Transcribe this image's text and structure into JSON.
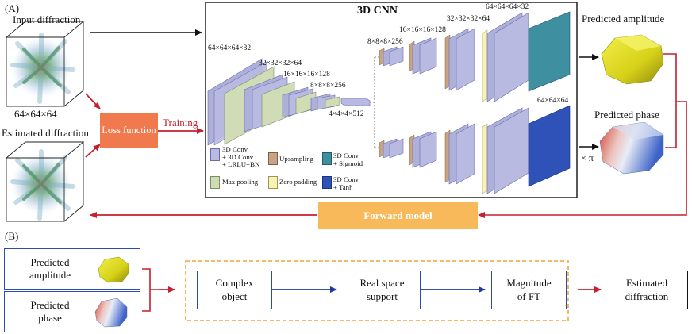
{
  "panel_a": {
    "tag": "(A)",
    "input_label": "Input diffraction",
    "input_size": "64×64×64",
    "estimated_label": "Estimated diffraction",
    "loss_label": "Loss function",
    "training_label": "Training",
    "cnn_title": "3D CNN",
    "dims": {
      "d64_32": "64×64×64×32",
      "d32_64": "32×32×32×64",
      "d16_128": "16×16×16×128",
      "d8_256": "8×8×8×256",
      "d4_512": "4×4×4×512",
      "d8_256_dec": "8×8×8×256",
      "d16_128_dec": "16×16×16×128",
      "d32_64_dec": "32×32×32×64",
      "d64_32_dec": "64×64×64×32",
      "d64_64": "64×64×64"
    },
    "legend": {
      "conv": "3D Conv.\n+ 3D Conv.\n+ LRLU+BN",
      "upsampling": "Upsampling",
      "sigmoid": "3D Conv.\n+ Sigmoid",
      "maxpool": "Max pooling",
      "zeropad": "Zero padding",
      "tanh": "3D Conv.\n+ Tanh"
    },
    "pred_amp_label": "Predicted amplitude",
    "pred_phase_label": "Predicted phase",
    "times_pi": "× π",
    "forward_label": "Forward model"
  },
  "panel_b": {
    "tag": "(B)",
    "pred_amp": "Predicted\namplitude",
    "pred_phase": "Predicted\nphase",
    "complex": "Complex\nobject",
    "support": "Real space\nsupport",
    "magnitude": "Magnitude\nof FT",
    "estimated": "Estimated\ndiffraction"
  },
  "colors": {
    "red": "#c4202e",
    "navy": "#1f3a9e",
    "orange_loss": "#f07a4e",
    "orange_forward": "#f7b95a",
    "conv": "#aeb0dc",
    "maxpool": "#cfdcb6",
    "upsample": "#c8a485",
    "zeropad": "#f8f3b4",
    "sigmoid": "#3e8fa0",
    "tanh": "#2e52b8"
  }
}
